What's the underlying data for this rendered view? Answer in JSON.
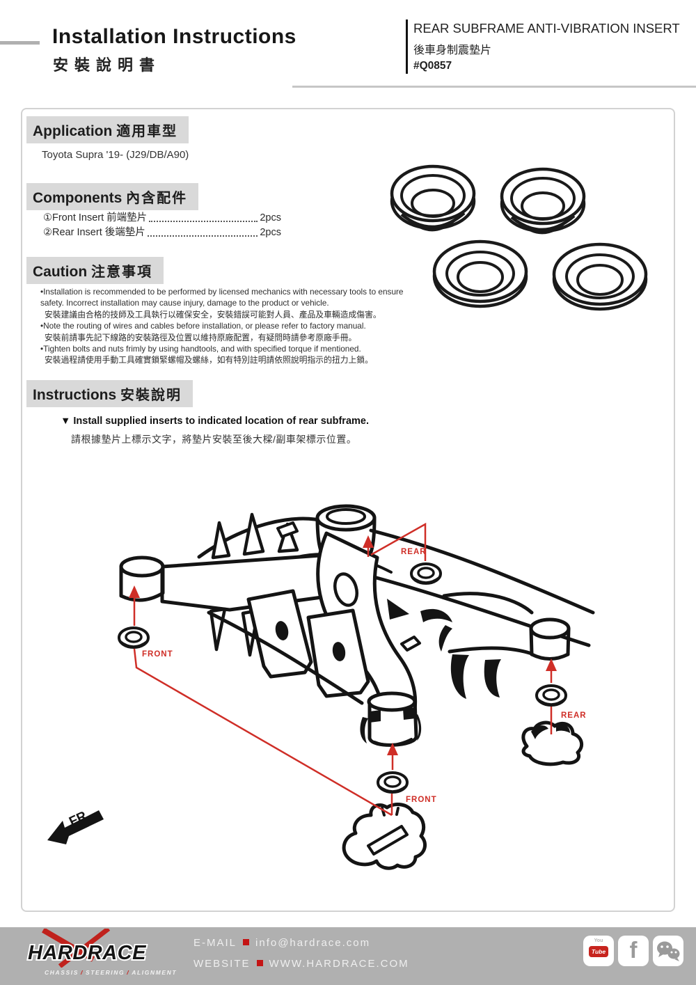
{
  "header": {
    "title_en": "Installation Instructions",
    "title_zh": "安裝說明書",
    "product": {
      "name_en": "REAR SUBFRAME ANTI-VIBRATION INSERT",
      "name_zh": "後車身制震墊片",
      "code": "#Q0857"
    }
  },
  "application": {
    "heading_en": "Application",
    "heading_zh": "適用車型",
    "vehicle": "Toyota Supra '19- (J29/DB/A90)"
  },
  "components": {
    "heading_en": "Components",
    "heading_zh": "內含配件",
    "items": [
      {
        "index": "①",
        "name": "Front Insert 前端墊片",
        "qty": "2pcs"
      },
      {
        "index": "②",
        "name": "Rear Insert 後端墊片",
        "qty": "2pcs"
      }
    ]
  },
  "caution": {
    "heading_en": "Caution",
    "heading_zh": "注意事項",
    "bullets": [
      {
        "en": "•Installation is recommended to be performed by licensed mechanics with necessary tools to ensure safety. Incorrect installation may cause injury, damage to the product or vehicle.",
        "zh": "安裝建議由合格的技師及工具執行以確保安全，安裝錯誤可能對人員、產品及車輛造成傷害。"
      },
      {
        "en": "•Note the routing of wires and cables before installation, or please refer to factory manual.",
        "zh": "安裝前請事先記下線路的安裝路徑及位置以維持原廠配置，有疑問時請參考原廠手冊。"
      },
      {
        "en": "•Tighten bolts and nuts frimly by using handtools, and with specified torque if mentioned.",
        "zh": "安裝過程請使用手動工具確實鎖緊螺帽及螺絲，如有特別註明請依照說明指示的扭力上鎖。"
      }
    ]
  },
  "instructions": {
    "heading_en": "Instructions",
    "heading_zh": "安裝說明",
    "step_en": "▼ Install supplied inserts to indicated location of rear subframe.",
    "step_zh": "請根據墊片上標示文字，將墊片安裝至後大樑/副車架標示位置。"
  },
  "diagram": {
    "label_rear_top": "REAR",
    "label_front_left": "FRONT",
    "label_front_bottom": "FRONT",
    "label_rear_right": "REAR",
    "label_direction": "FR.",
    "accent_red": "#cf2e27"
  },
  "footer": {
    "brand": "HARDRACE",
    "tagline_words": [
      "CHASSIS",
      "STEERING",
      "ALIGNMENT"
    ],
    "tagline_sep": "/",
    "email_label": "E-MAIL",
    "email": "info@hardrace.com",
    "website_label": "WEBSITE",
    "website": "WWW.HARDRACE.COM",
    "social": {
      "youtube_top": "You",
      "youtube_badge": "Tube",
      "facebook_glyph": "f"
    }
  },
  "colors": {
    "accent_red": "#cf2e27",
    "section_heading_bg": "#d9d9d9",
    "footer_bg": "#b0b0b0"
  }
}
